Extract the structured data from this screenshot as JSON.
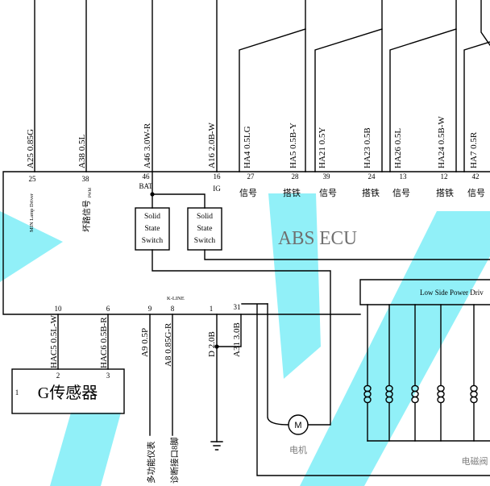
{
  "colors": {
    "line": "#000000",
    "watermark": "#37e3f3",
    "annotation": "#7d7d7d",
    "ecu_title": "#6f6f6f"
  },
  "ecu": {
    "title": "ABS ECU",
    "mil_driver_label": "MIN Lamp Driver",
    "rough_road_label": "坏路信号",
    "rough_road_signal_type": "PWM",
    "switch_left": {
      "line1": "Solid",
      "line2": "State",
      "line3": "Switch"
    },
    "switch_right": {
      "line1": "Solid",
      "line2": "State",
      "line3": "Switch"
    },
    "driver_label": "Low Side Power Driv",
    "k_line_label": "K-LINE"
  },
  "top_wires": [
    {
      "label": "A25 0.85G",
      "pin": "25"
    },
    {
      "label": "A38 0.5L",
      "pin": "38"
    },
    {
      "label": "A46 3.0W-R",
      "pin": "46",
      "func": "BAT"
    },
    {
      "label": "A16 2.0B-W",
      "pin": "16",
      "func": "IG"
    },
    {
      "label": "HA4 0.5LG",
      "pin": "27",
      "func": "信号"
    },
    {
      "label": "HA5 0.5B-Y",
      "pin": "28",
      "func": "搭铁"
    },
    {
      "label": "HA21 0.5Y",
      "pin": "39",
      "func": "信号"
    },
    {
      "label": "HA23 0.5B",
      "pin": "24",
      "func": "搭铁"
    },
    {
      "label": "HA26 0.5L",
      "pin": "13",
      "func": "信号"
    },
    {
      "label": "HA24 0.5B-W",
      "pin": "12",
      "func": "搭铁"
    },
    {
      "label": "HA7 0.5R",
      "pin": "42",
      "func": "信号"
    }
  ],
  "bottom_wires": [
    {
      "pin": "10",
      "label": "HAC5 0.5L-W"
    },
    {
      "pin": "6",
      "label": "HAC6 0.5B-R"
    },
    {
      "pin": "9",
      "label": "A9 0.5P"
    },
    {
      "pin": "8",
      "label": "A8 0.85G-R"
    },
    {
      "pin": "1",
      "label": "D 2.0B"
    },
    {
      "pin": "31",
      "label": "A31 3.0B"
    }
  ],
  "g_sensor": {
    "title": "G传感器",
    "pin_1": "1",
    "pin_2": "2",
    "pin_3": "3"
  },
  "destinations": {
    "instrument_cluster": "多功能仪表",
    "diagnostic_port": "诊断接口8脚"
  },
  "motor": {
    "symbol": "M",
    "label": "电机"
  },
  "solenoid": {
    "label": "电磁阀"
  }
}
